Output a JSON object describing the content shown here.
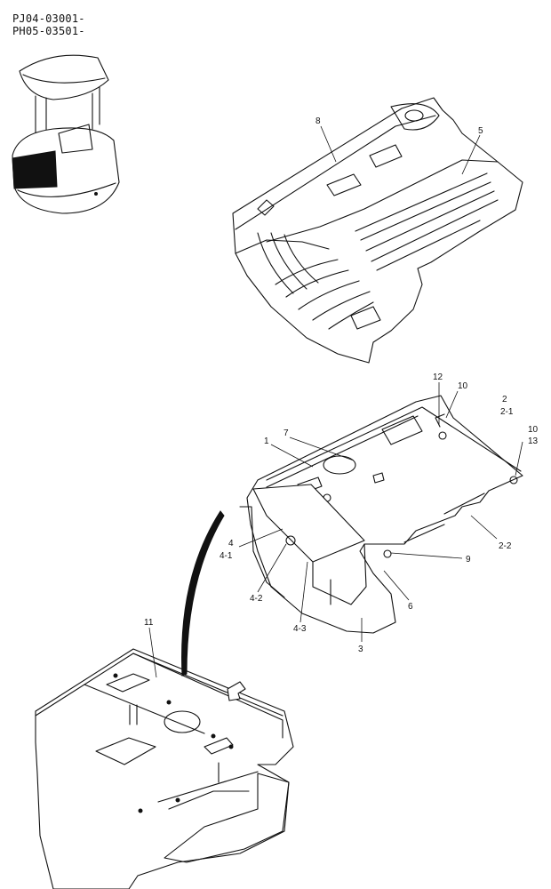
{
  "header": {
    "serial_1": "PJ04-03001-",
    "serial_2": "PH05-03501-"
  },
  "labels": {
    "l1": "1",
    "l2": "2",
    "l2_1": "2-1",
    "l2_2": "2-2",
    "l3": "3",
    "l4": "4",
    "l4_1": "4-1",
    "l4_2": "4-2",
    "l4_3": "4-3",
    "l5": "5",
    "l6": "6",
    "l7": "7",
    "l8": "8",
    "l9": "9",
    "l10a": "10",
    "l10b": "10",
    "l11": "11",
    "l12": "12",
    "l13": "13"
  }
}
